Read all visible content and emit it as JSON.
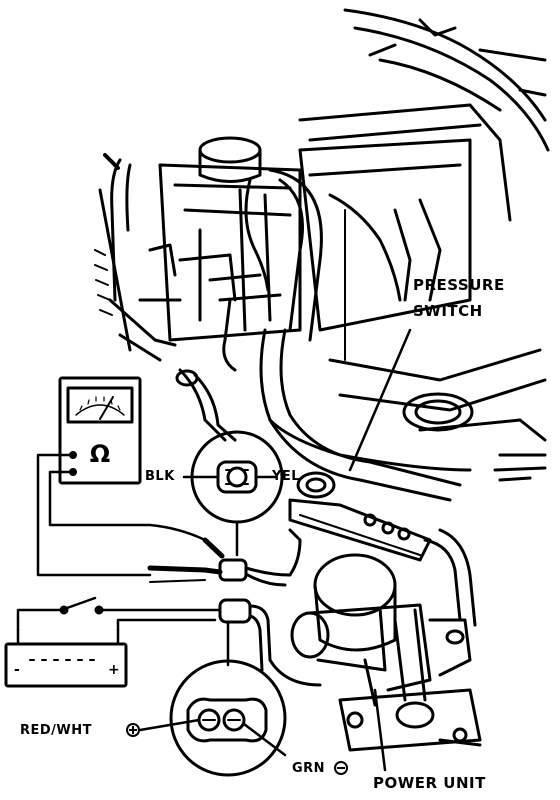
{
  "labels": {
    "pressure_switch_line1": "PRESSURE",
    "pressure_switch_line2": "SWITCH",
    "blk": "BLK",
    "yel": "YEL",
    "red_wht": "RED/WHT",
    "grn": "GRN",
    "power_unit": "POWER UNIT",
    "ohm_symbol": "Ω"
  },
  "colors": {
    "ink": "#000000",
    "paper": "#ffffff"
  }
}
